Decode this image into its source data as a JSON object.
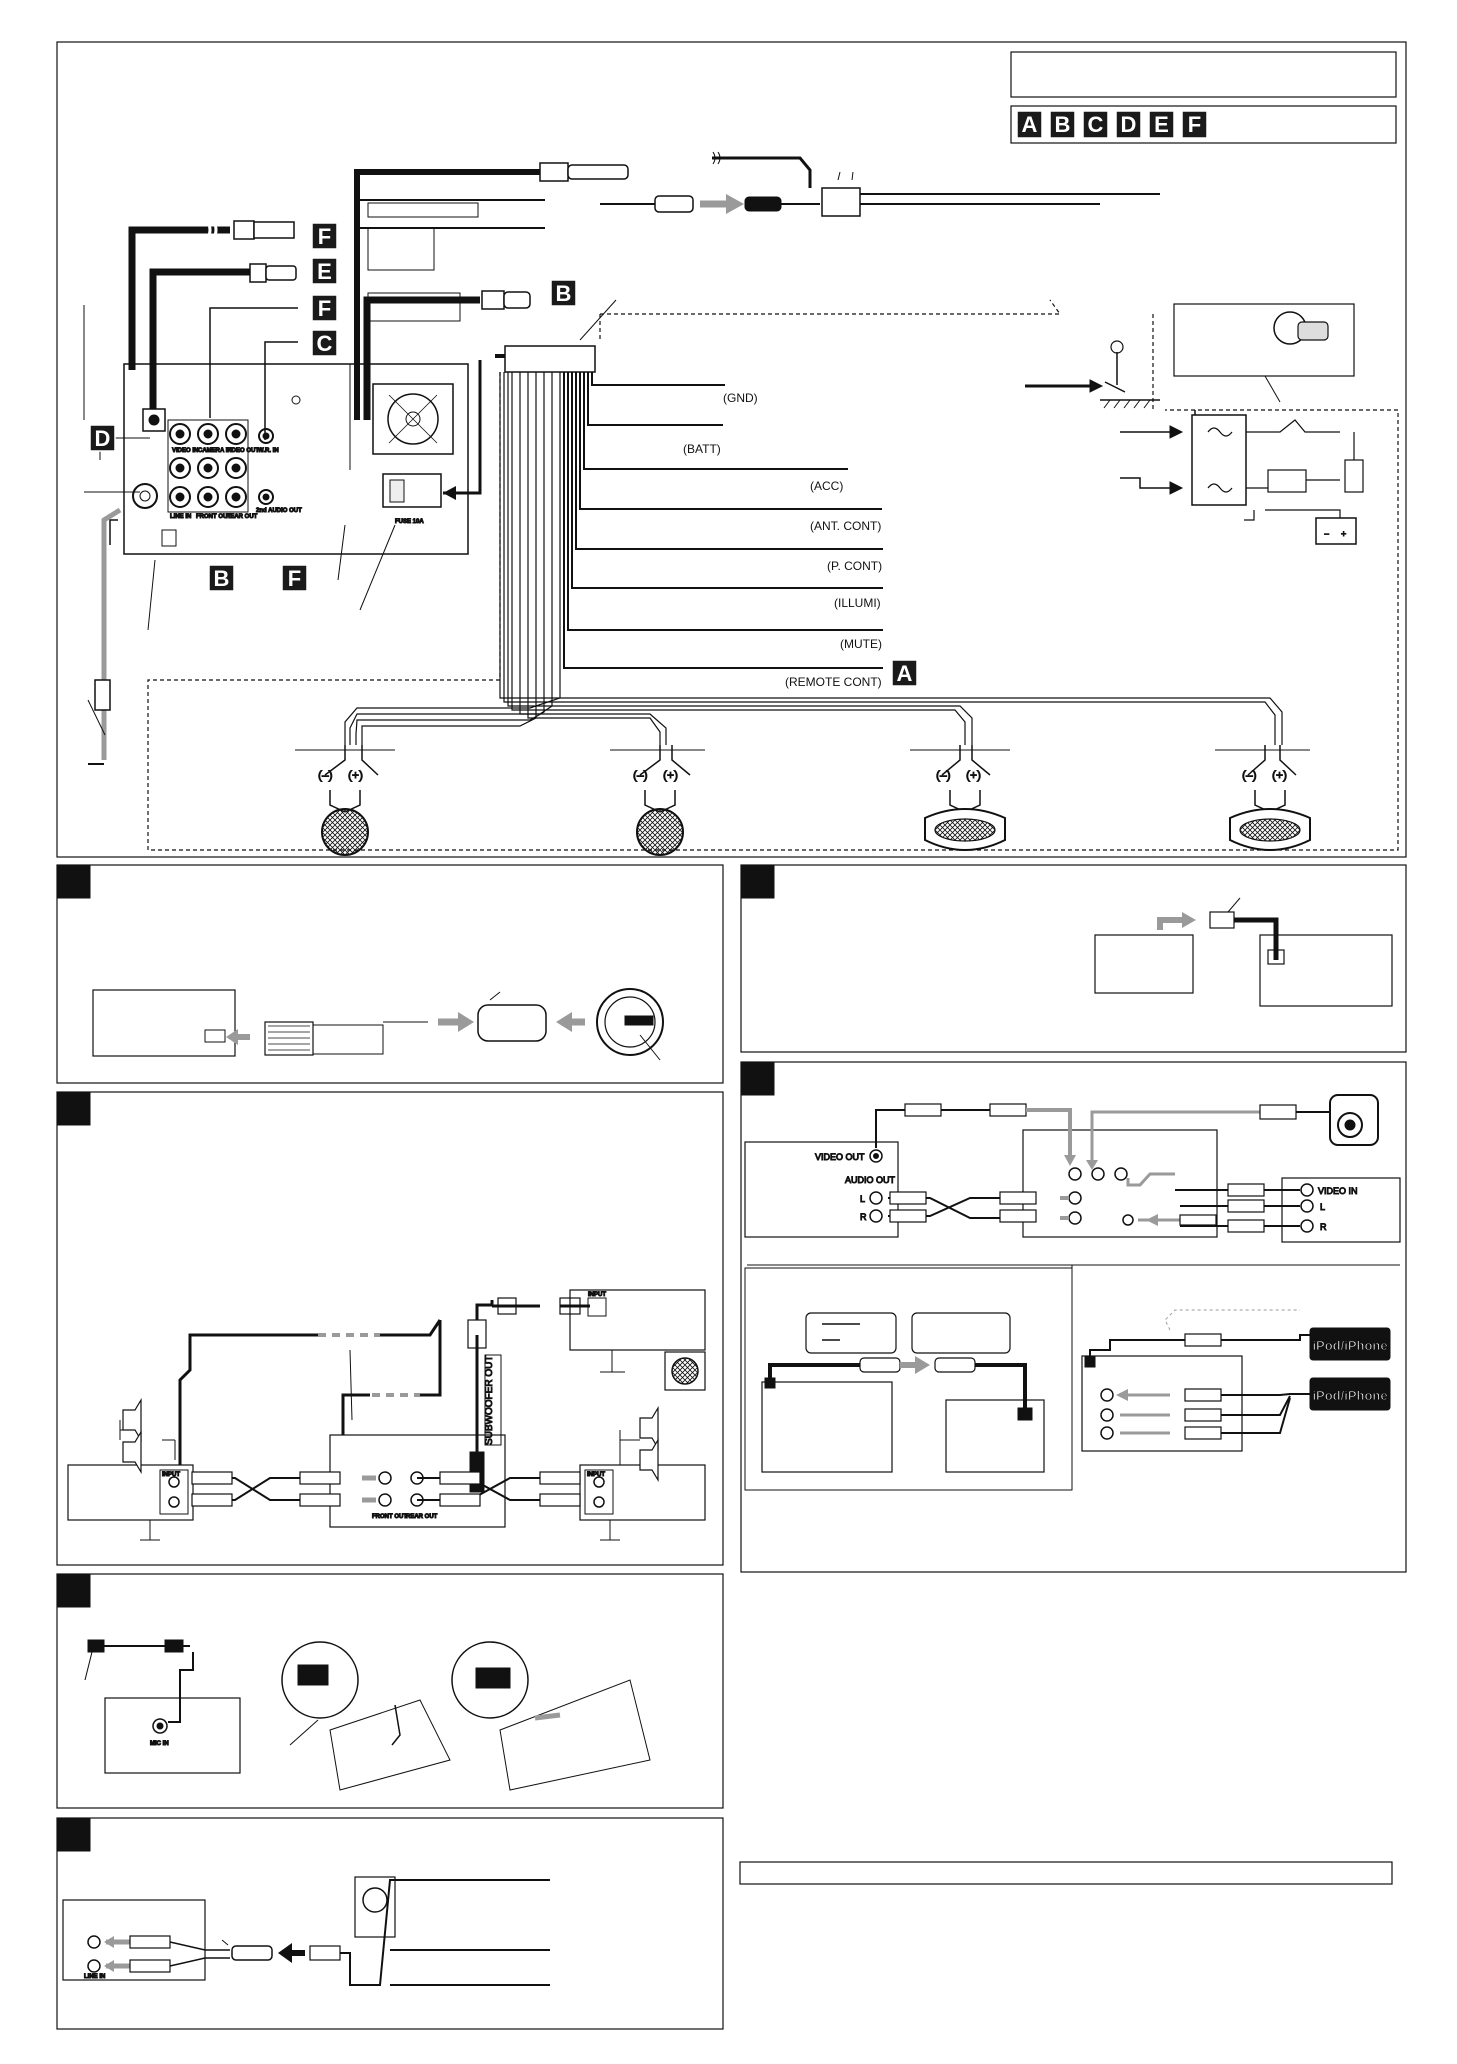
{
  "badges": [
    "A",
    "B",
    "C",
    "D",
    "E",
    "F"
  ],
  "main_diagram": {
    "wire_labels": [
      "(GND)",
      "(BATT)",
      "(ACC)",
      "(ANT. CONT)",
      "(P. CONT)",
      "(ILLUMI)",
      "(MUTE)",
      "(REMOTE CONT)"
    ],
    "unit_jacks": [
      "VIDEO IN",
      "CAMERA IN",
      "VIDEO OUT",
      "LINE IN",
      "FRONT OUT",
      "REAR OUT",
      "2nd AUDIO OUT",
      "W.R. IN"
    ],
    "fuse": "FUSE 10A",
    "polarity_minus": "(–)",
    "polarity_plus": "(+)"
  },
  "panel_camera": {
    "video_out": "VIDEO OUT",
    "audio_out": "AUDIO OUT",
    "left": "L",
    "right": "R",
    "video_in": "VIDEO IN"
  },
  "panel_ipod": {
    "device_1": "iPod/iPhone",
    "device_2": "iPod/iPhone"
  },
  "panel_subwoofer": {
    "input": "INPUT",
    "sub_out": "SUBWOOFER OUT",
    "front_out": "FRONT OUT",
    "rear_out": "REAR OUT"
  },
  "panel_mic": {
    "mic_in": "MIC IN"
  },
  "panel_line": {
    "line_in": "LINE IN"
  },
  "colors": {
    "ink": "#111111",
    "arrow_grey": "#9a9a9a",
    "badge_bg": "#1a1a1a"
  }
}
